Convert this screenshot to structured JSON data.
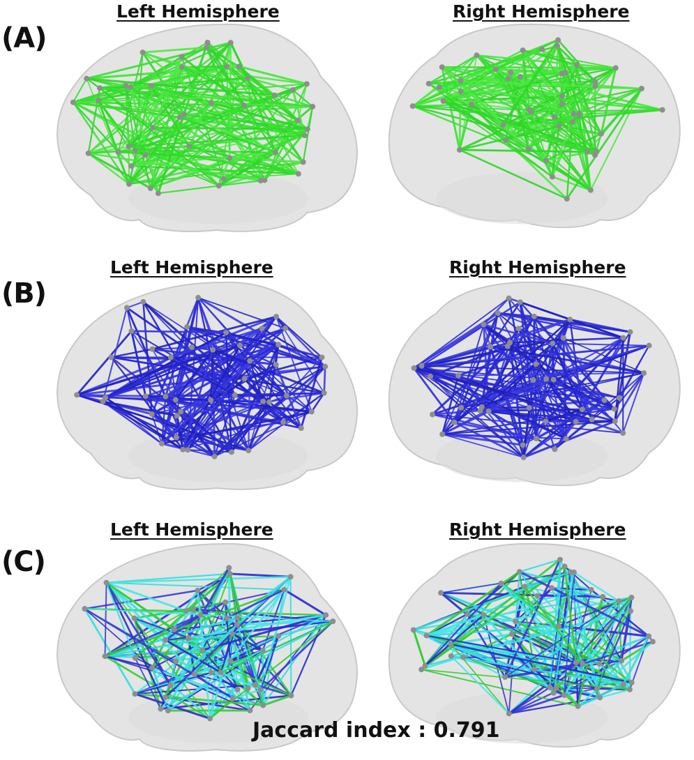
{
  "rows": [
    {
      "label": "(A)",
      "left_title": "Left Hemisphere",
      "right_title": "Right Hemisphere",
      "edge_colors": [
        "#39e030",
        "#4fe845",
        "#2fd628"
      ]
    },
    {
      "label": "(B)",
      "left_title": "Left Hemisphere",
      "right_title": "Right Hemisphere",
      "edge_colors": [
        "#2b2bd6",
        "#3a3ae0",
        "#2020c0"
      ]
    },
    {
      "label": "(C)",
      "left_title": "Left Hemisphere",
      "right_title": "Right Hemisphere",
      "edge_colors": [
        "#33dede",
        "#45e6e6",
        "#2a2ac8",
        "#3838d8",
        "#33cc33"
      ]
    }
  ],
  "footer": {
    "jaccard": "Jaccard index : 0.791"
  },
  "colors": {
    "brain_fill": "#e4e4e4",
    "brain_outline": "#c8c8c8",
    "node": "#8e8e8e"
  }
}
